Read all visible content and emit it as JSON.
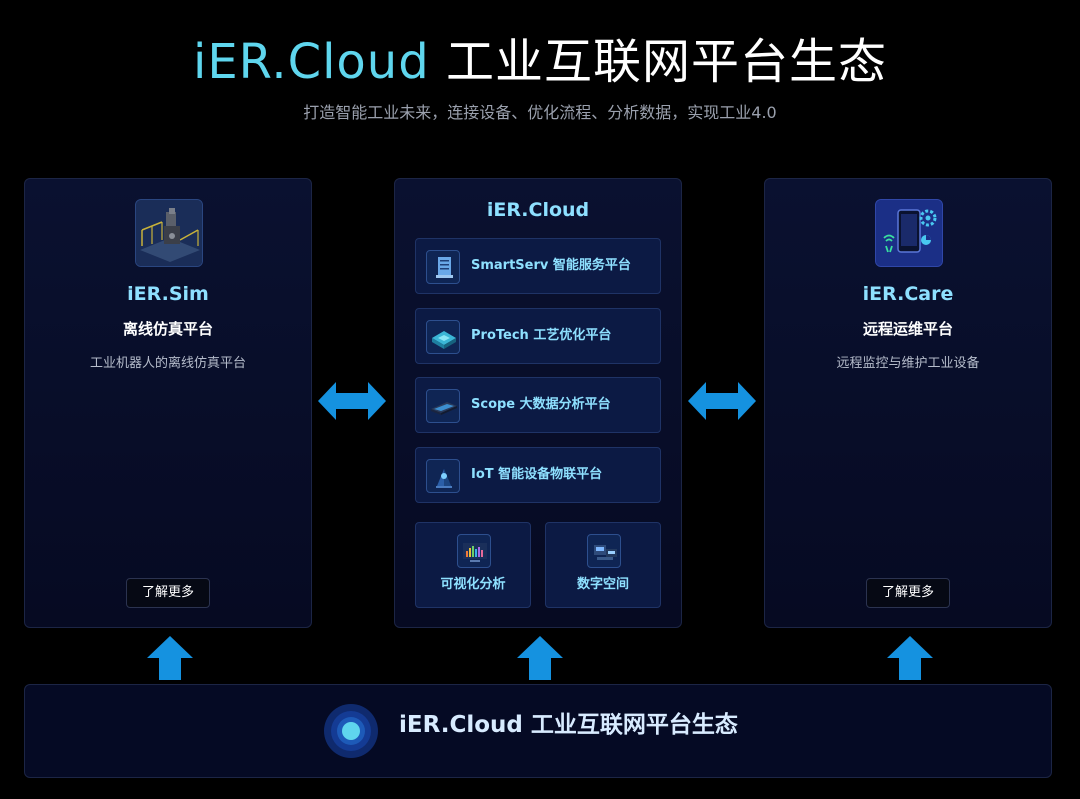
{
  "header": {
    "title_brand": "iER.Cloud",
    "title_rest": "工业互联网平台生态",
    "subtitle": "打造智能工业未来，连接设备、优化流程、分析数据，实现工业4.0"
  },
  "left_card": {
    "icon": "robot-arm-scene-icon",
    "name": "iER.Sim",
    "subtitle": "离线仿真平台",
    "description": "工业机器人的离线仿真平台",
    "more_label": "了解更多"
  },
  "center_card": {
    "title": "iER.Cloud",
    "modules": [
      {
        "icon": "document-server-icon",
        "label": "SmartServ 智能服务平台"
      },
      {
        "icon": "chip-icon",
        "label": "ProTech 工艺优化平台"
      },
      {
        "icon": "laptop-icon",
        "label": "Scope 大数据分析平台"
      },
      {
        "icon": "iot-device-icon",
        "label": "IoT 智能设备物联平台"
      }
    ],
    "tiles": [
      {
        "icon": "chart-screen-icon",
        "label": "可视化分析"
      },
      {
        "icon": "digital-space-icon",
        "label": "数字空间"
      }
    ]
  },
  "right_card": {
    "icon": "phone-gears-icon",
    "name": "iER.Care",
    "subtitle": "远程运维平台",
    "description": "远程监控与维护工业设备",
    "more_label": "了解更多"
  },
  "footer": {
    "icon": "target-circle-icon",
    "label": "iER.Cloud 工业互联网平台生态"
  },
  "colors": {
    "accent": "#5fd6ee",
    "label": "#8ee0ff",
    "arrow": "#1592e0",
    "card_bg": "#0a1130",
    "module_bg": "#0c1a44"
  }
}
